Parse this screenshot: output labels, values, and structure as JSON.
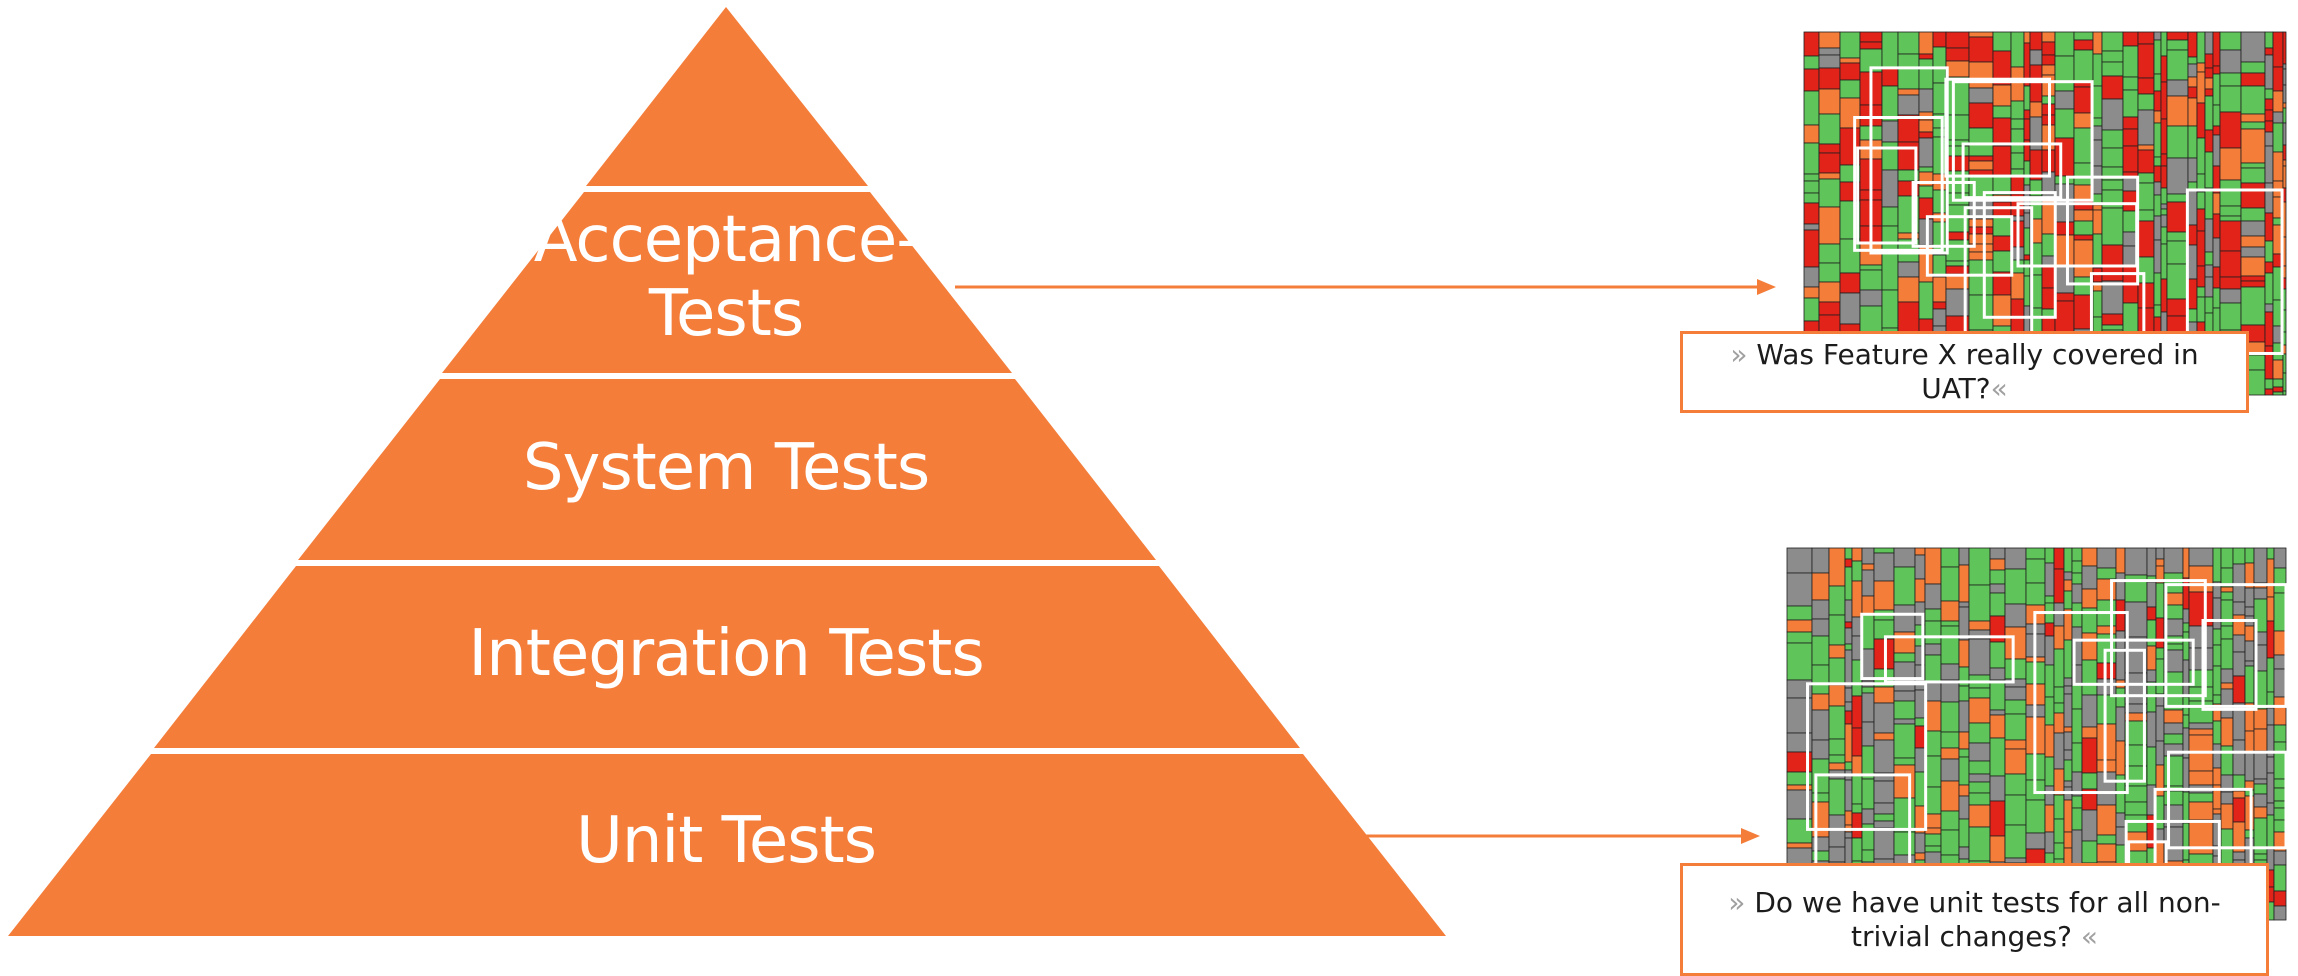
{
  "pyramid": {
    "fill_color": "#f47d3a",
    "tiers": [
      {
        "label_lines": [
          "Acceptance-",
          "Tests"
        ]
      },
      {
        "label_lines": [
          "System Tests"
        ]
      },
      {
        "label_lines": [
          "Integration Tests"
        ]
      },
      {
        "label_lines": [
          "Unit Tests"
        ]
      }
    ]
  },
  "callouts": [
    {
      "open_quote": "»",
      "text": "Was Feature X really covered in UAT?",
      "close_quote": "«"
    },
    {
      "open_quote": "»",
      "text": "Do we have unit tests for all non-trivial changes?",
      "close_quote": "«"
    }
  ],
  "treemap_colors": {
    "covered": "#5fc55a",
    "uncovered": "#e2231a",
    "partial": "#f47d3a",
    "unchanged": "#8c8c8c",
    "divider": "#ffffff",
    "cell_border": "#1e1e1e"
  },
  "arrow_color": "#f47d3a"
}
